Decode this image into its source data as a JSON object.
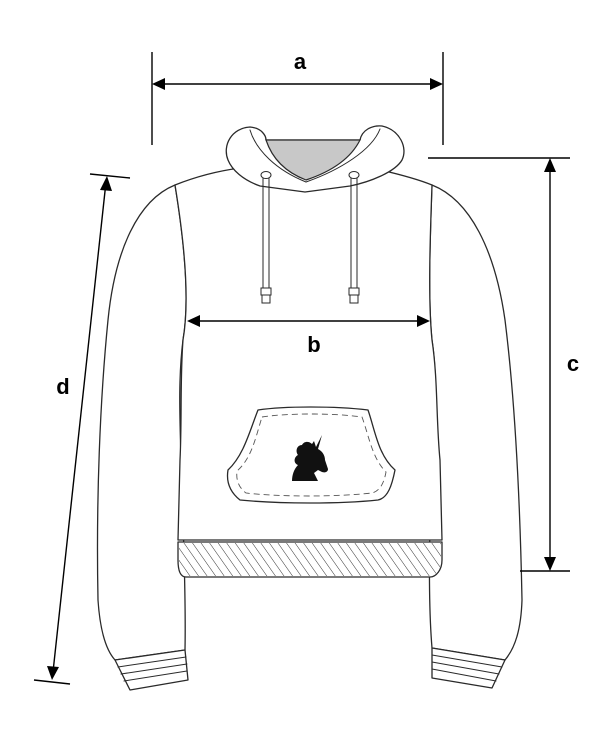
{
  "dimensions": {
    "a": "a",
    "b": "b",
    "c": "c",
    "d": "d"
  },
  "graphic": {
    "logo": "unicorn-head-icon"
  }
}
